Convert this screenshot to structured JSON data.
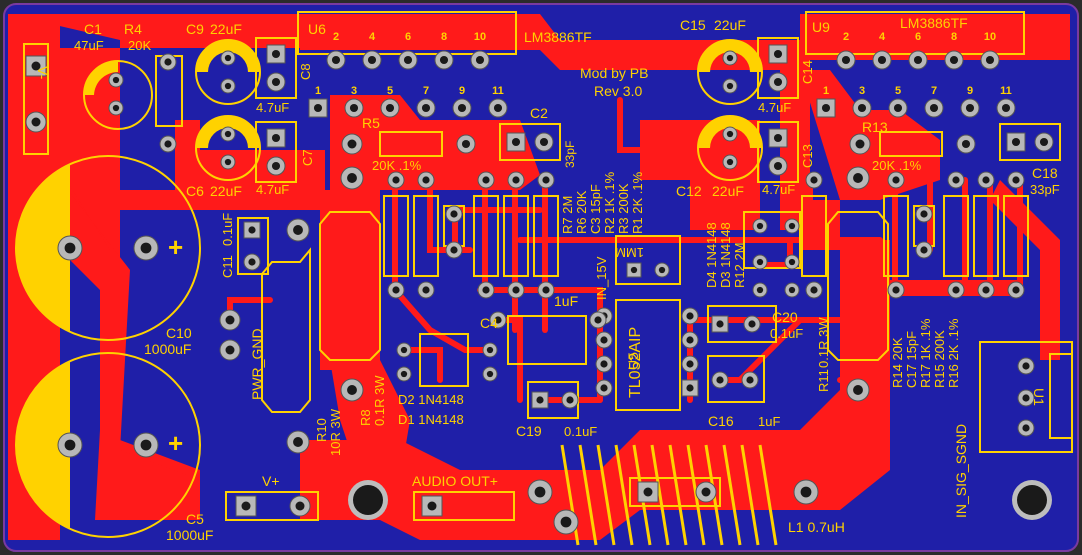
{
  "colors": {
    "board": "#1f1fa8",
    "copper": "#ff1a1a",
    "silk": "#FFD200",
    "pad": "#b8b8b8",
    "hole": "#1a1a1a",
    "background": "#2b2b2b"
  },
  "board": {
    "mod_text": "Mod by PB",
    "rev_text": "Rev 3.0"
  },
  "ic": {
    "u6": {
      "ref": "U6",
      "part": "LM3886TF",
      "top_pins": [
        "2",
        "4",
        "6",
        "8",
        "10"
      ],
      "bottom_pins": [
        "1",
        "3",
        "5",
        "7",
        "9",
        "11"
      ]
    },
    "u9": {
      "ref": "U9",
      "part": "LM3886TF",
      "top_pins": [
        "2",
        "4",
        "6",
        "8",
        "10"
      ],
      "bottom_pins": [
        "1",
        "3",
        "5",
        "7",
        "9",
        "11"
      ]
    },
    "u5": {
      "ref": "U5",
      "part": "TL052AIP"
    },
    "u1": {
      "ref": "U1"
    }
  },
  "labels": {
    "c1": "C1",
    "c1_val": "47uF",
    "r4": "R4",
    "r4_val": "20K",
    "c9": "C9",
    "c9_val": "22uF",
    "c8": "C8",
    "c8_val": "4.7uF",
    "c7": "C7",
    "c7_val": "4.7uF",
    "c6": "C6",
    "c6_val": "22uF",
    "vminus": "V-",
    "r5": "R5",
    "r5_val": "20K .1%",
    "c2": "C2",
    "c2_val": "33pF",
    "c15": "C15",
    "c15_val": "22uF",
    "c14": "C14",
    "c14_val": "4.7uF",
    "c12": "C12",
    "c12_val": "22uF",
    "c13": "C13",
    "c13_val": "4.7uF",
    "r13": "R13",
    "r13_val": "20K .1%",
    "c18": "C18",
    "c18_val": "33pF",
    "r7": "R7 2M",
    "r6": "R6 20K",
    "c3": "C3 15pF",
    "r2": "R2 1K .1%",
    "r3": "R3 200K",
    "r1": "R1 2K .1%",
    "d4": "D4 1N4148",
    "d3": "D3 1N4148",
    "r12": "R12 2M",
    "c11": "C11",
    "c11_val": "0.1uF",
    "c10": "C10",
    "c10_val": "1000uF",
    "c5": "C5",
    "c5_val": "1000uF",
    "pwr_gnd": "PWR_GND",
    "in_15v": "IN_15V",
    "mm1": "1MM",
    "c4": "C4",
    "c4_val": "1uF",
    "c20": "C20",
    "c20_val": "0.1uF",
    "r10": "R10",
    "r10_val": "10R 3W",
    "r8": "R8",
    "r8_val": "0.1R 3W",
    "d2": "D2  1N4148",
    "d1": "D1  1N4148",
    "c19": "C19",
    "c19_val": "0.1uF",
    "c16": "C16",
    "c16_val": "1uF",
    "r11": "R11",
    "r11_val": "0.1R 3W",
    "r14": "R14 20K",
    "c17": "C17 15pF",
    "r17": "R17 1K .1%",
    "r15": "R15 200K",
    "r16": "R16 2K .1%",
    "in_sig_sgnd": "IN_SIG_SGND",
    "vplus": "V+",
    "audio_out": "AUDIO OUT+",
    "l1": "L1 0.7uH",
    "plus": "+",
    "minus": "-"
  }
}
